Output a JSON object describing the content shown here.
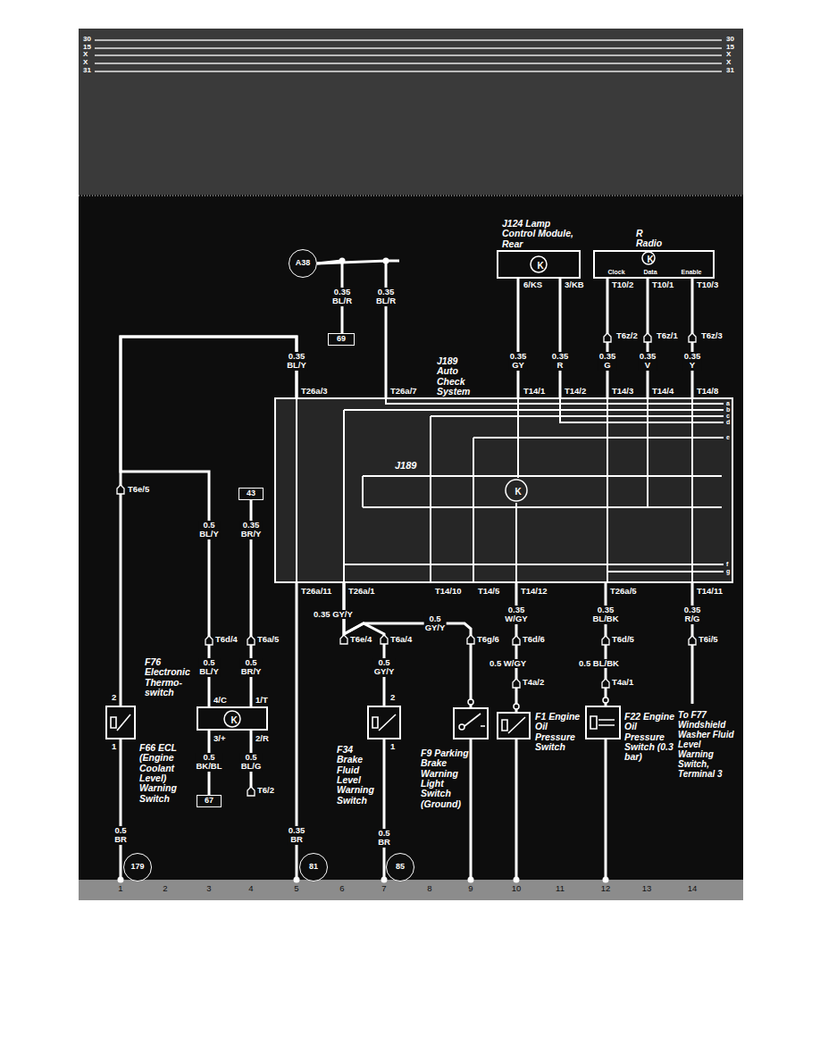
{
  "diagram": {
    "nodes": [
      {
        "text": [
          "A38"
        ]
      },
      {
        "text": [
          "J124 Lamp Control Module, Rear",
          "K"
        ]
      },
      {
        "text": [
          "R Radio",
          "K",
          "Clock",
          "Data",
          "Enable"
        ]
      },
      {
        "text": [
          "69"
        ]
      },
      {
        "text": [
          "J189 Auto Check System",
          "J189",
          "K"
        ]
      },
      {
        "text": [
          "43"
        ]
      },
      {
        "text": [
          "F66 ECL (Engine Coolant Level) Warning Switch"
        ]
      },
      {
        "text": [
          "F76 Electronic Thermo-switch",
          "K"
        ]
      },
      {
        "text": [
          "F34 Brake Fluid Level Warning Switch"
        ]
      },
      {
        "text": [
          "F9 Parking Brake Warning Light Switch (Ground)"
        ]
      },
      {
        "text": [
          "F1 Engine Oil Pressure Switch"
        ]
      },
      {
        "text": [
          "F22 Engine Oil Pressure Switch (0.3 bar)"
        ]
      },
      {
        "text": [
          "67"
        ]
      },
      {
        "text": [
          "179"
        ]
      },
      {
        "text": [
          "81"
        ]
      },
      {
        "text": [
          "85"
        ]
      }
    ],
    "edges": [
      {
        "from": 0,
        "to": 3,
        "arrow": "none"
      },
      {
        "from": 0,
        "to": 4,
        "arrow": "none"
      },
      {
        "from": 1,
        "to": 4,
        "arrow": "none"
      },
      {
        "from": 1,
        "to": 4,
        "arrow": "none"
      },
      {
        "from": 2,
        "to": 4,
        "arrow": "none"
      },
      {
        "from": 2,
        "to": 4,
        "arrow": "none"
      },
      {
        "from": 2,
        "to": 4,
        "arrow": "none"
      },
      {
        "from": 4,
        "to": 6,
        "arrow": "none"
      },
      {
        "from": 4,
        "to": 7,
        "arrow": "none"
      },
      {
        "from": 5,
        "to": 7,
        "arrow": "none"
      },
      {
        "from": 7,
        "to": 12,
        "arrow": "none"
      },
      {
        "from": 4,
        "to": 8,
        "arrow": "none"
      },
      {
        "from": 4,
        "to": 9,
        "arrow": "none"
      },
      {
        "from": 4,
        "to": 10,
        "arrow": "none"
      },
      {
        "from": 4,
        "to": 11,
        "arrow": "none"
      }
    ],
    "labels": [
      "30",
      "15",
      "X",
      "X",
      "31",
      "30",
      "15",
      "X",
      "X",
      "31",
      "0.35 BL/R",
      "0.35 BL/R",
      "0.35 BL/Y",
      "0.35 GY",
      "0.35 R",
      "0.35 G",
      "0.35 V",
      "0.35 Y",
      "0.5 BL/Y",
      "0.35 BR/Y",
      "0.5 BL/Y",
      "0.5 BR/Y",
      "0.5 BK/BL",
      "0.5 BL/G",
      "0.5 BR",
      "0.35 BR",
      "0.5 GY/Y",
      "0.5 BR",
      "0.35 GY/Y",
      "0.5 GY/Y",
      "0.35 W/GY",
      "0.5 W/GY",
      "0.35 BL/BK",
      "0.5 BL/BK",
      "0.35 R/G",
      "T26a/3",
      "T26a/7",
      "T14/1",
      "T14/2",
      "T14/3",
      "T14/4",
      "T14/8",
      "6/KS",
      "3/KB",
      "T10/2",
      "T10/1",
      "T10/3",
      "T6z/2",
      "T6z/1",
      "T6z/3",
      "T26a/11",
      "T26a/1",
      "T14/10",
      "T14/5",
      "T14/12",
      "T26a/5",
      "T14/11",
      "T6e/5",
      "T6d/4",
      "T6a/5",
      "T6e/4",
      "T6a/4",
      "T6g/6",
      "T6d/6",
      "T6d/5",
      "T6i/5",
      "T4a/2",
      "T4a/1",
      "4/C",
      "1/T",
      "3/+",
      "2/R",
      "T6/2",
      "2",
      "1",
      "2",
      "1",
      "To F77 Windshield Washer Fluid Level Warning Switch, Terminal 3",
      "1",
      "2",
      "3",
      "4",
      "5",
      "6",
      "7",
      "8",
      "9",
      "10",
      "11",
      "12",
      "13",
      "14",
      "a",
      "b",
      "c",
      "d",
      "e",
      "f",
      "g"
    ]
  }
}
